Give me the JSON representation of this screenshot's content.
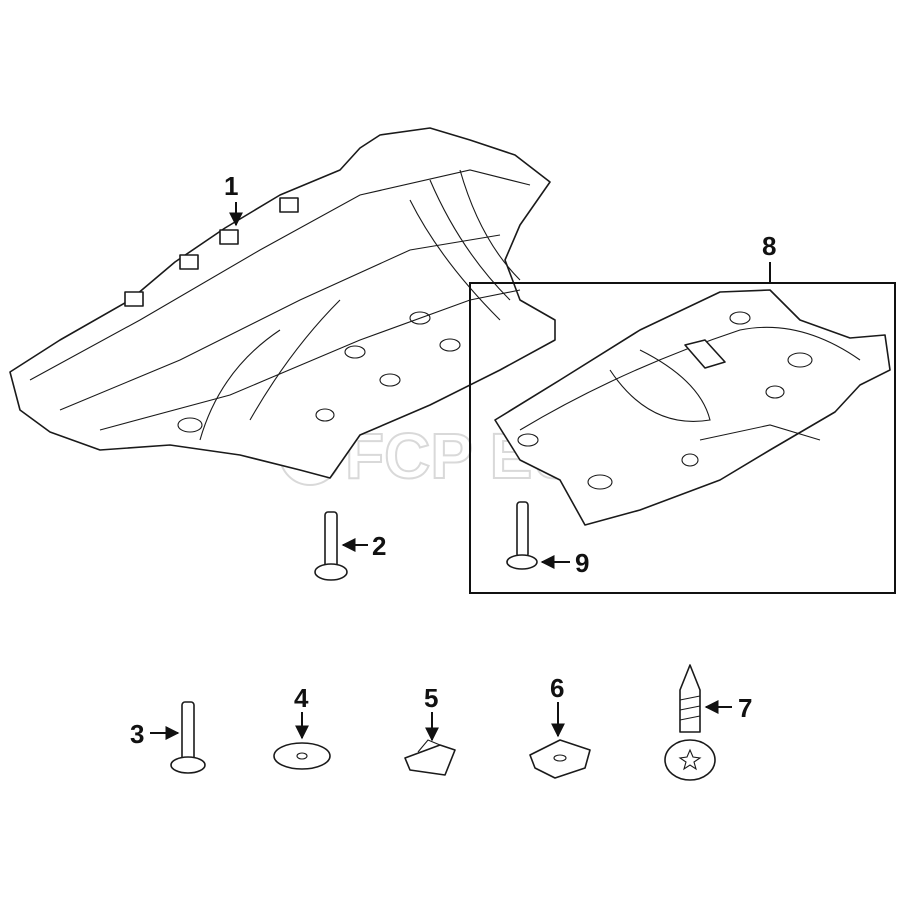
{
  "watermark": "FCP EURO",
  "callouts": [
    "1",
    "2",
    "3",
    "4",
    "5",
    "6",
    "7",
    "8",
    "9"
  ]
}
